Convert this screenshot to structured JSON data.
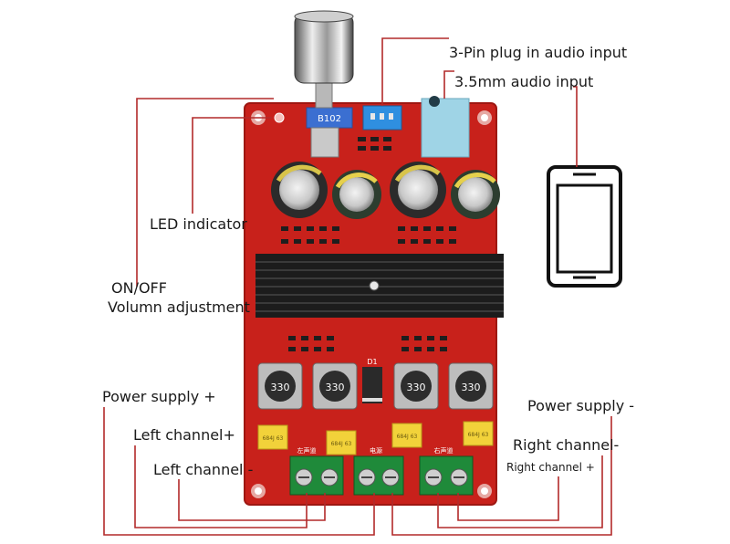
{
  "labels": {
    "pin_plug": "3-Pin plug in audio input",
    "jack_35": "3.5mm audio input",
    "led": "LED indicator",
    "onoff": "ON/OFF",
    "volume": "Volumn adjustment",
    "power_plus": "Power supply +",
    "left_plus": "Left channel+",
    "left_minus": "Left channel -",
    "power_minus": "Power supply -",
    "right_minus": "Right channel-",
    "right_plus": "Right channel +"
  },
  "board": {
    "pot_code": "B102",
    "inductor_code": "330",
    "cap_code": "684J 63",
    "diode_label": "D1",
    "silk_left": "左声道",
    "silk_mid": "电源",
    "silk_right": "右声道"
  },
  "colors": {
    "pcb": "#c8211b",
    "wire": "#b22a2a",
    "heatsink": "#1c1c1c",
    "capacitor": "#2e2e2e",
    "terminal": "#1f8a3a",
    "film_cap": "#f2d23a",
    "jack": "#9fd4e6"
  }
}
